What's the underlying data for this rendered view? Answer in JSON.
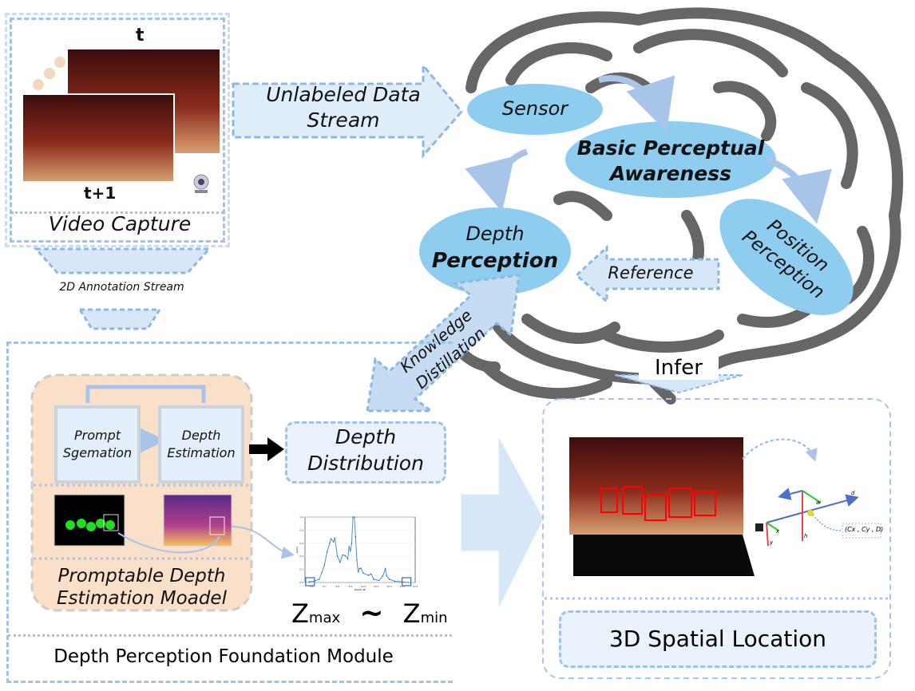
{
  "video": {
    "t_label": "t",
    "t1_label": "t+1",
    "caption": "Video Capture"
  },
  "streams": {
    "unlabeled": "Unlabeled Data Stream",
    "annotation": "2D Annotation Stream"
  },
  "brain": {
    "sensor": "Sensor",
    "basic": "Basic Perceptual Awareness",
    "depth_line1": "Depth",
    "depth_line2": "Perception",
    "position_line1": "Position",
    "position_line2": "Perception",
    "reference": "Reference",
    "infer": "Infer"
  },
  "distillation": {
    "line1": "Knowledge",
    "line2": "Distillation"
  },
  "module": {
    "title": "Depth Perception Foundation Module",
    "prompt_line1": "Prompt",
    "prompt_line2": "Sgemation",
    "depth_est_line1": "Depth",
    "depth_est_line2": "Estimation",
    "model_line1": "Promptable Depth",
    "model_line2": "Estimation Moadel",
    "distribution_line1": "Depth",
    "distribution_line2": "Distribution",
    "zmax": "Z",
    "zmax_sub": "max",
    "tilde": "~",
    "zmin": "Z",
    "zmin_sub": "min"
  },
  "inset_plot": {
    "type": "line",
    "xlabel": "Depth (Z)",
    "ylabel": "Score",
    "xlim": [
      9.55,
      10.4
    ],
    "ylim": [
      0,
      1.0
    ],
    "x_ticks": [
      "9.6",
      "9.7",
      "9.8",
      "9.9",
      "10.0",
      "10.1",
      "10.2",
      "10.3",
      "10.4"
    ],
    "y_ticks": [
      "0.0",
      "0.2",
      "0.4",
      "0.6",
      "0.8",
      "1.0"
    ],
    "x": [
      9.58,
      9.62,
      9.66,
      9.68,
      9.7,
      9.72,
      9.74,
      9.75,
      9.77,
      9.78,
      9.8,
      9.82,
      9.84,
      9.86,
      9.88,
      9.89,
      9.9,
      9.91,
      9.92,
      9.93,
      9.94,
      9.95,
      9.96,
      9.97,
      9.98,
      10.0,
      10.04,
      10.06,
      10.08,
      10.12,
      10.15,
      10.17,
      10.18,
      10.2,
      10.24,
      10.3,
      10.35
    ],
    "y": [
      0.01,
      0.02,
      0.05,
      0.15,
      0.27,
      0.46,
      0.6,
      0.67,
      0.62,
      0.68,
      0.4,
      0.31,
      0.42,
      0.41,
      0.36,
      0.55,
      0.48,
      0.6,
      1.0,
      1.0,
      0.7,
      0.35,
      0.16,
      0.21,
      0.22,
      0.14,
      0.11,
      0.13,
      0.05,
      0.03,
      0.1,
      0.21,
      0.1,
      0.05,
      0.02,
      0.01,
      0.0
    ],
    "color": "#4a90c8"
  },
  "right": {
    "title": "3D Spatial Location",
    "coord": "(Cx , Cy , D)",
    "axis_d": "d",
    "axis_x": "x",
    "axis_y": "y",
    "axis_w": "w",
    "axis_h": "h"
  },
  "colors": {
    "ellipse": "#8fcdf0",
    "arrow_fill": "#d6e8f8",
    "arrow_stroke": "#8db8e3",
    "peach": "#fae0c8",
    "brain": "#666666"
  }
}
